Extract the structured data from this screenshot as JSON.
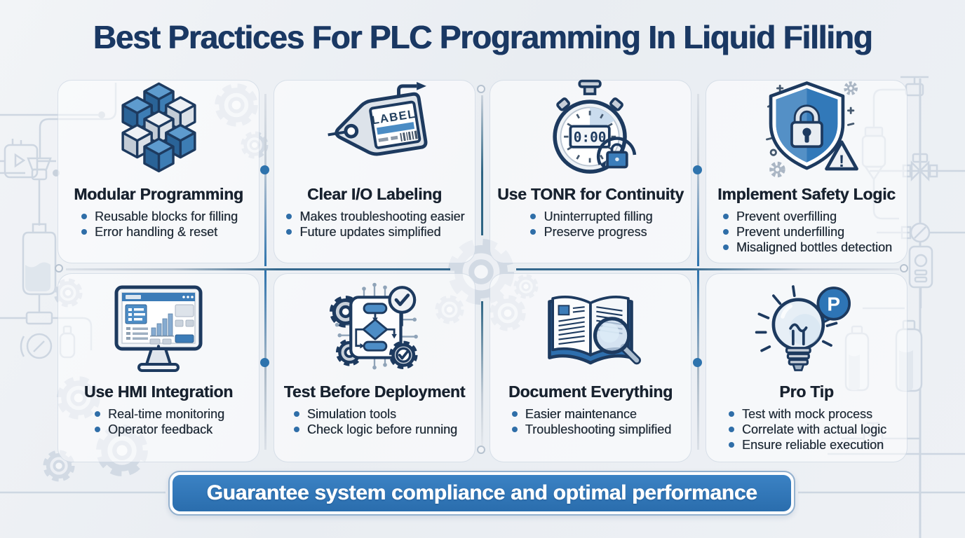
{
  "title": "Best Practices For PLC Programming In Liquid Filling",
  "banner": {
    "text": "Guarantee system compliance and optimal performance"
  },
  "colors": {
    "accent_blue": "#2e75b6",
    "navy_title": "#1a3863",
    "divider_blue": "#2f6ea8",
    "background": "#edf0f4"
  },
  "cards": [
    {
      "title": "Modular Programming",
      "icon": "cubes-icon",
      "bullets": [
        "Reusable blocks for filling",
        "Error handling & reset"
      ]
    },
    {
      "title": "Clear I/O Labeling",
      "icon": "label-tag-icon",
      "icon_text": "LABEL",
      "bullets": [
        "Makes troubleshooting easier",
        "Future updates simplified"
      ]
    },
    {
      "title": "Use TONR for Continuity",
      "icon": "stopwatch-icon",
      "icon_text": "0:00",
      "bullets": [
        "Uninterrupted filling",
        "Preserve progress"
      ]
    },
    {
      "title": "Implement Safety Logic",
      "icon": "shield-lock-icon",
      "icon_text": "!",
      "bullets": [
        "Prevent overfilling",
        "Prevent underfilling",
        "Misaligned bottles detection"
      ]
    },
    {
      "title": "Use HMI Integration",
      "icon": "hmi-monitor-icon",
      "bullets": [
        "Real-time monitoring",
        "Operator feedback"
      ]
    },
    {
      "title": "Test Before Deployment",
      "icon": "flowchart-gears-icon",
      "bullets": [
        "Simulation tools",
        "Check logic before running"
      ]
    },
    {
      "title": "Document Everything",
      "icon": "book-magnifier-icon",
      "bullets": [
        "Easier maintenance",
        "Troubleshooting simplified"
      ]
    },
    {
      "title": "Pro Tip",
      "icon": "lightbulb-icon",
      "icon_text": "P",
      "bullets": [
        "Test with mock process",
        "Correlate with actual logic",
        "Ensure reliable execution"
      ]
    }
  ]
}
